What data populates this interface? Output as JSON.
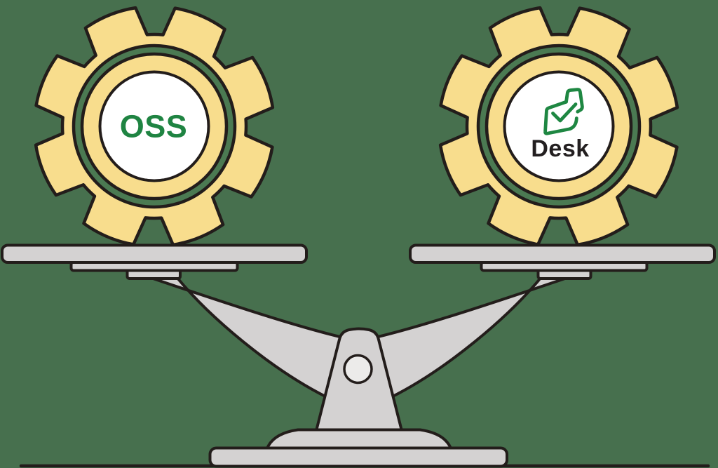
{
  "illustration": {
    "description": "Balance scale holding two equal gears: open source software (OSS) on the left and Zoho Desk on the right",
    "left_gear": {
      "label": "OSS"
    },
    "right_gear": {
      "label": "Desk",
      "icon": "zoho-desk-logo"
    },
    "colors": {
      "background": "#47704E",
      "gear_yellow": "#F8DD8D",
      "ring_green": "#4B7A52",
      "outline": "#231D1B",
      "metal_gray": "#D4D2D2",
      "metal_light": "#ECEBEA",
      "oss_green": "#1F8442",
      "desk_green": "#1E8742",
      "desk_text": "#231F20"
    }
  }
}
